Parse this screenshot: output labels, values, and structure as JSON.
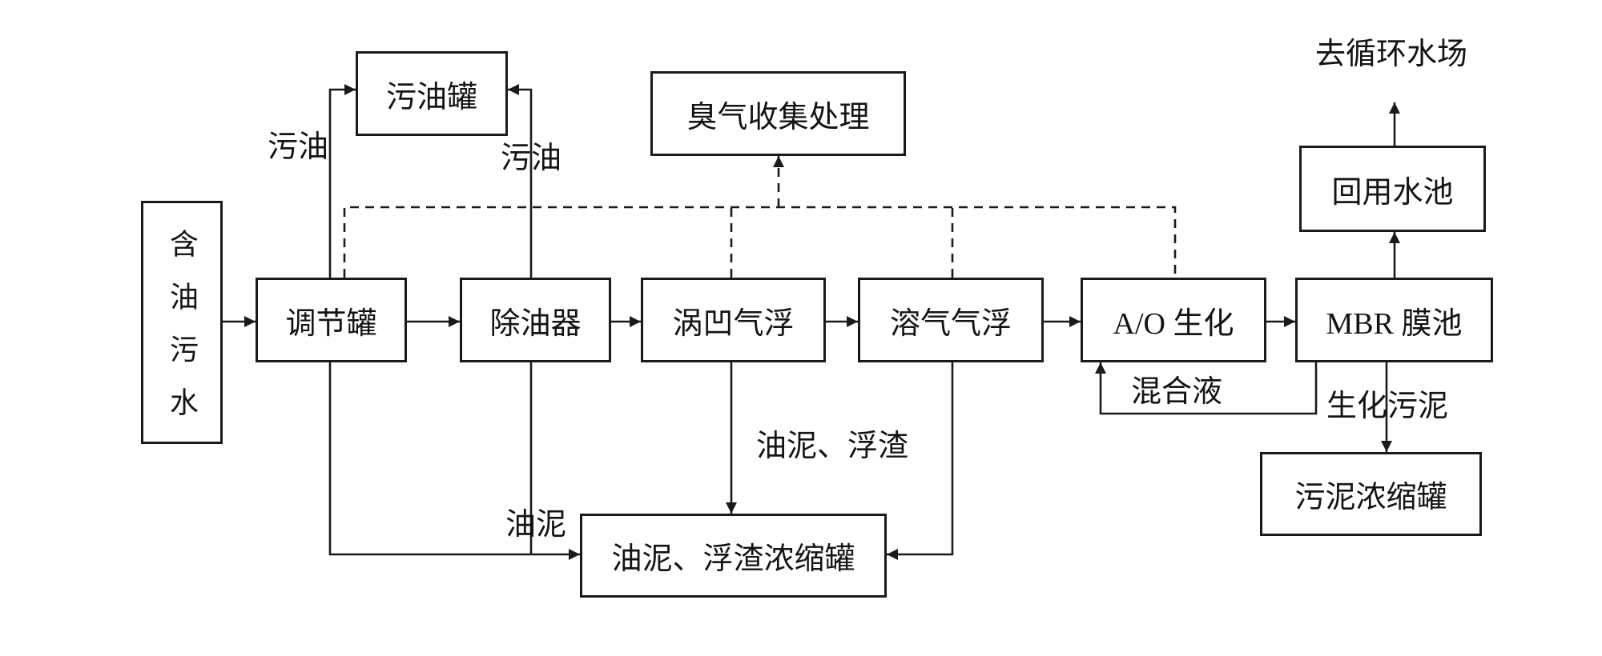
{
  "diagram": {
    "nodes": {
      "oily_wastewater": "含油污水",
      "equalization_tank": "调节罐",
      "oil_remover": "除油器",
      "cavitation_air_flotation": "涡凹气浮",
      "dissolved_air_flotation": "溶气气浮",
      "ao_biochem": "A/O 生化",
      "mbr_tank": "MBR 膜池",
      "waste_oil_tank": "污油罐",
      "odor_treatment": "臭气收集处理",
      "reuse_pool": "回用水池",
      "sludge_thickener": "污泥浓缩罐",
      "oil_sludge_scum_thickener": "油泥、浮渣浓缩罐"
    },
    "edge_labels": {
      "to_cooling_water_plant": "去循环水场",
      "waste_oil_left": "污油",
      "waste_oil_right": "污油",
      "oil_sludge_scum": "油泥、浮渣",
      "oil_sludge": "油泥",
      "mixed_liquor": "混合液",
      "bio_sludge": "生化污泥"
    }
  }
}
